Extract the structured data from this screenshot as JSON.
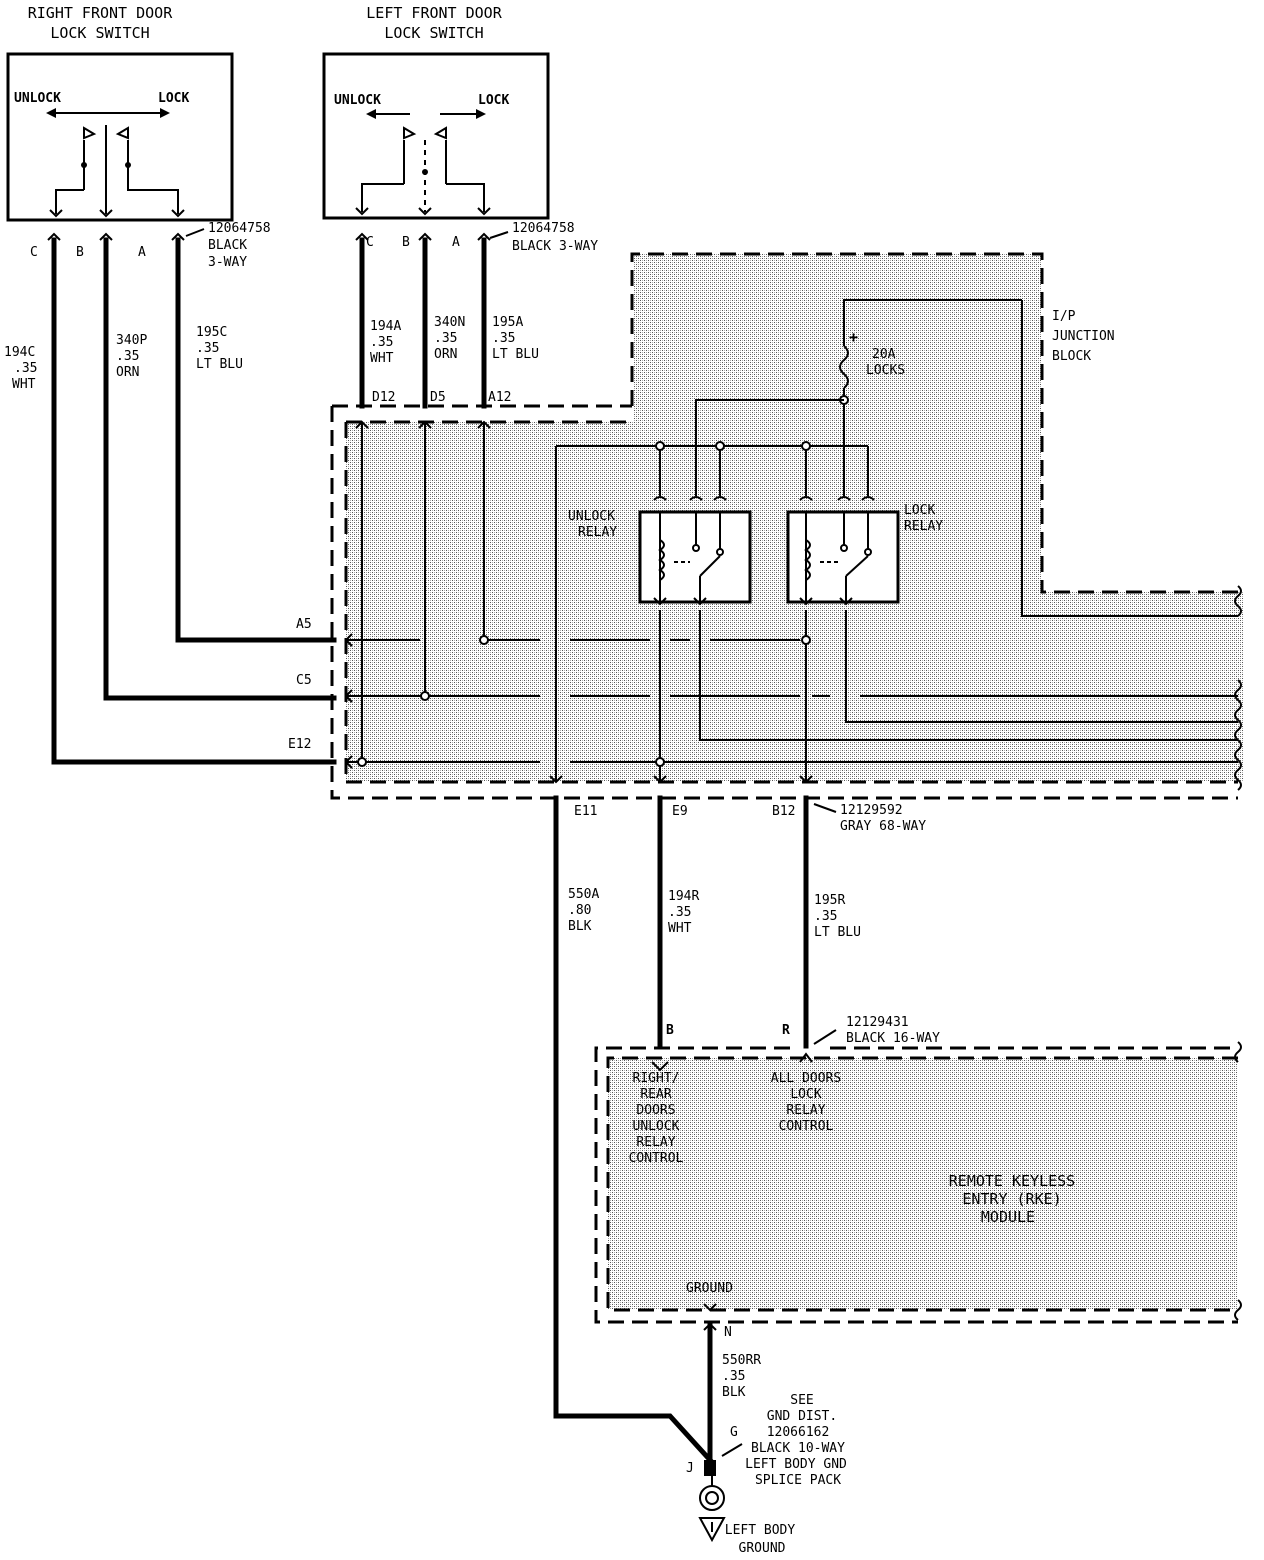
{
  "switches": {
    "right": {
      "title_line1": "RIGHT FRONT DOOR",
      "title_line2": "LOCK SWITCH",
      "unlock": "UNLOCK",
      "lock": "LOCK",
      "connector_part": "12064758",
      "connector_color": "BLACK",
      "connector_type": "3-WAY",
      "pins": [
        "C",
        "B",
        "A"
      ]
    },
    "left": {
      "title_line1": "LEFT FRONT  DOOR",
      "title_line2": "LOCK SWITCH",
      "unlock": "UNLOCK",
      "lock": "LOCK",
      "connector_part": "12064758",
      "connector_desc": "BLACK  3-WAY",
      "pins": [
        "C",
        "B",
        "A"
      ]
    }
  },
  "wires": {
    "w194c": [
      "194C",
      ".35",
      "WHT"
    ],
    "w340p": [
      "340P",
      ".35",
      "ORN"
    ],
    "w195c": [
      "195C",
      ".35",
      "LT BLU"
    ],
    "w194a": [
      "194A",
      ".35",
      "WHT"
    ],
    "w340n": [
      "340N",
      ".35",
      "ORN"
    ],
    "w195a": [
      "195A",
      ".35",
      "LT BLU"
    ],
    "w550a": [
      "550A",
      ".80",
      "BLK"
    ],
    "w194r": [
      "194R",
      ".35",
      "WHT"
    ],
    "w195r": [
      "195R",
      ".35",
      "LT BLU"
    ],
    "w550rr": [
      "550RR",
      ".35",
      "BLK"
    ]
  },
  "junction": {
    "title_line1": "I/P",
    "title_line2": "JUNCTION",
    "title_line3": "BLOCK",
    "fuse_line1": "20A",
    "fuse_line2": "LOCKS",
    "plus": "+",
    "unlock_relay_line1": "UNLOCK",
    "unlock_relay_line2": "RELAY",
    "lock_relay_line1": "LOCK",
    "lock_relay_line2": "RELAY",
    "top_pins": [
      "D12",
      "D5",
      "A12"
    ],
    "side_pins": [
      "A5",
      "C5",
      "E12"
    ],
    "bottom_pins": [
      "E11",
      "E9",
      "B12"
    ],
    "connector_part": "12129592",
    "connector_desc": "GRAY 68-WAY"
  },
  "rke": {
    "pins": [
      "B",
      "R"
    ],
    "connector_part": "12129431",
    "connector_desc": "BLACK 16-WAY",
    "unlock_ctrl": [
      "RIGHT/",
      "REAR",
      "DOORS",
      "UNLOCK",
      "RELAY",
      "CONTROL"
    ],
    "lock_ctrl": [
      "ALL DOORS",
      "LOCK",
      "RELAY",
      "CONTROL"
    ],
    "title_line1": "REMOTE KEYLESS",
    "title_line2": "ENTRY (RKE)",
    "title_line3": "MODULE",
    "ground": "GROUND",
    "ground_pin": "N"
  },
  "splice": {
    "pin_g": "G",
    "pin_j": "J",
    "see": "SEE",
    "see2": "GND DIST.",
    "part": "12066162",
    "desc1": "BLACK 10-WAY",
    "desc2": "LEFT BODY GND",
    "desc3": "SPLICE PACK"
  },
  "ground_label": {
    "line1": "LEFT BODY",
    "line2": "GROUND"
  }
}
